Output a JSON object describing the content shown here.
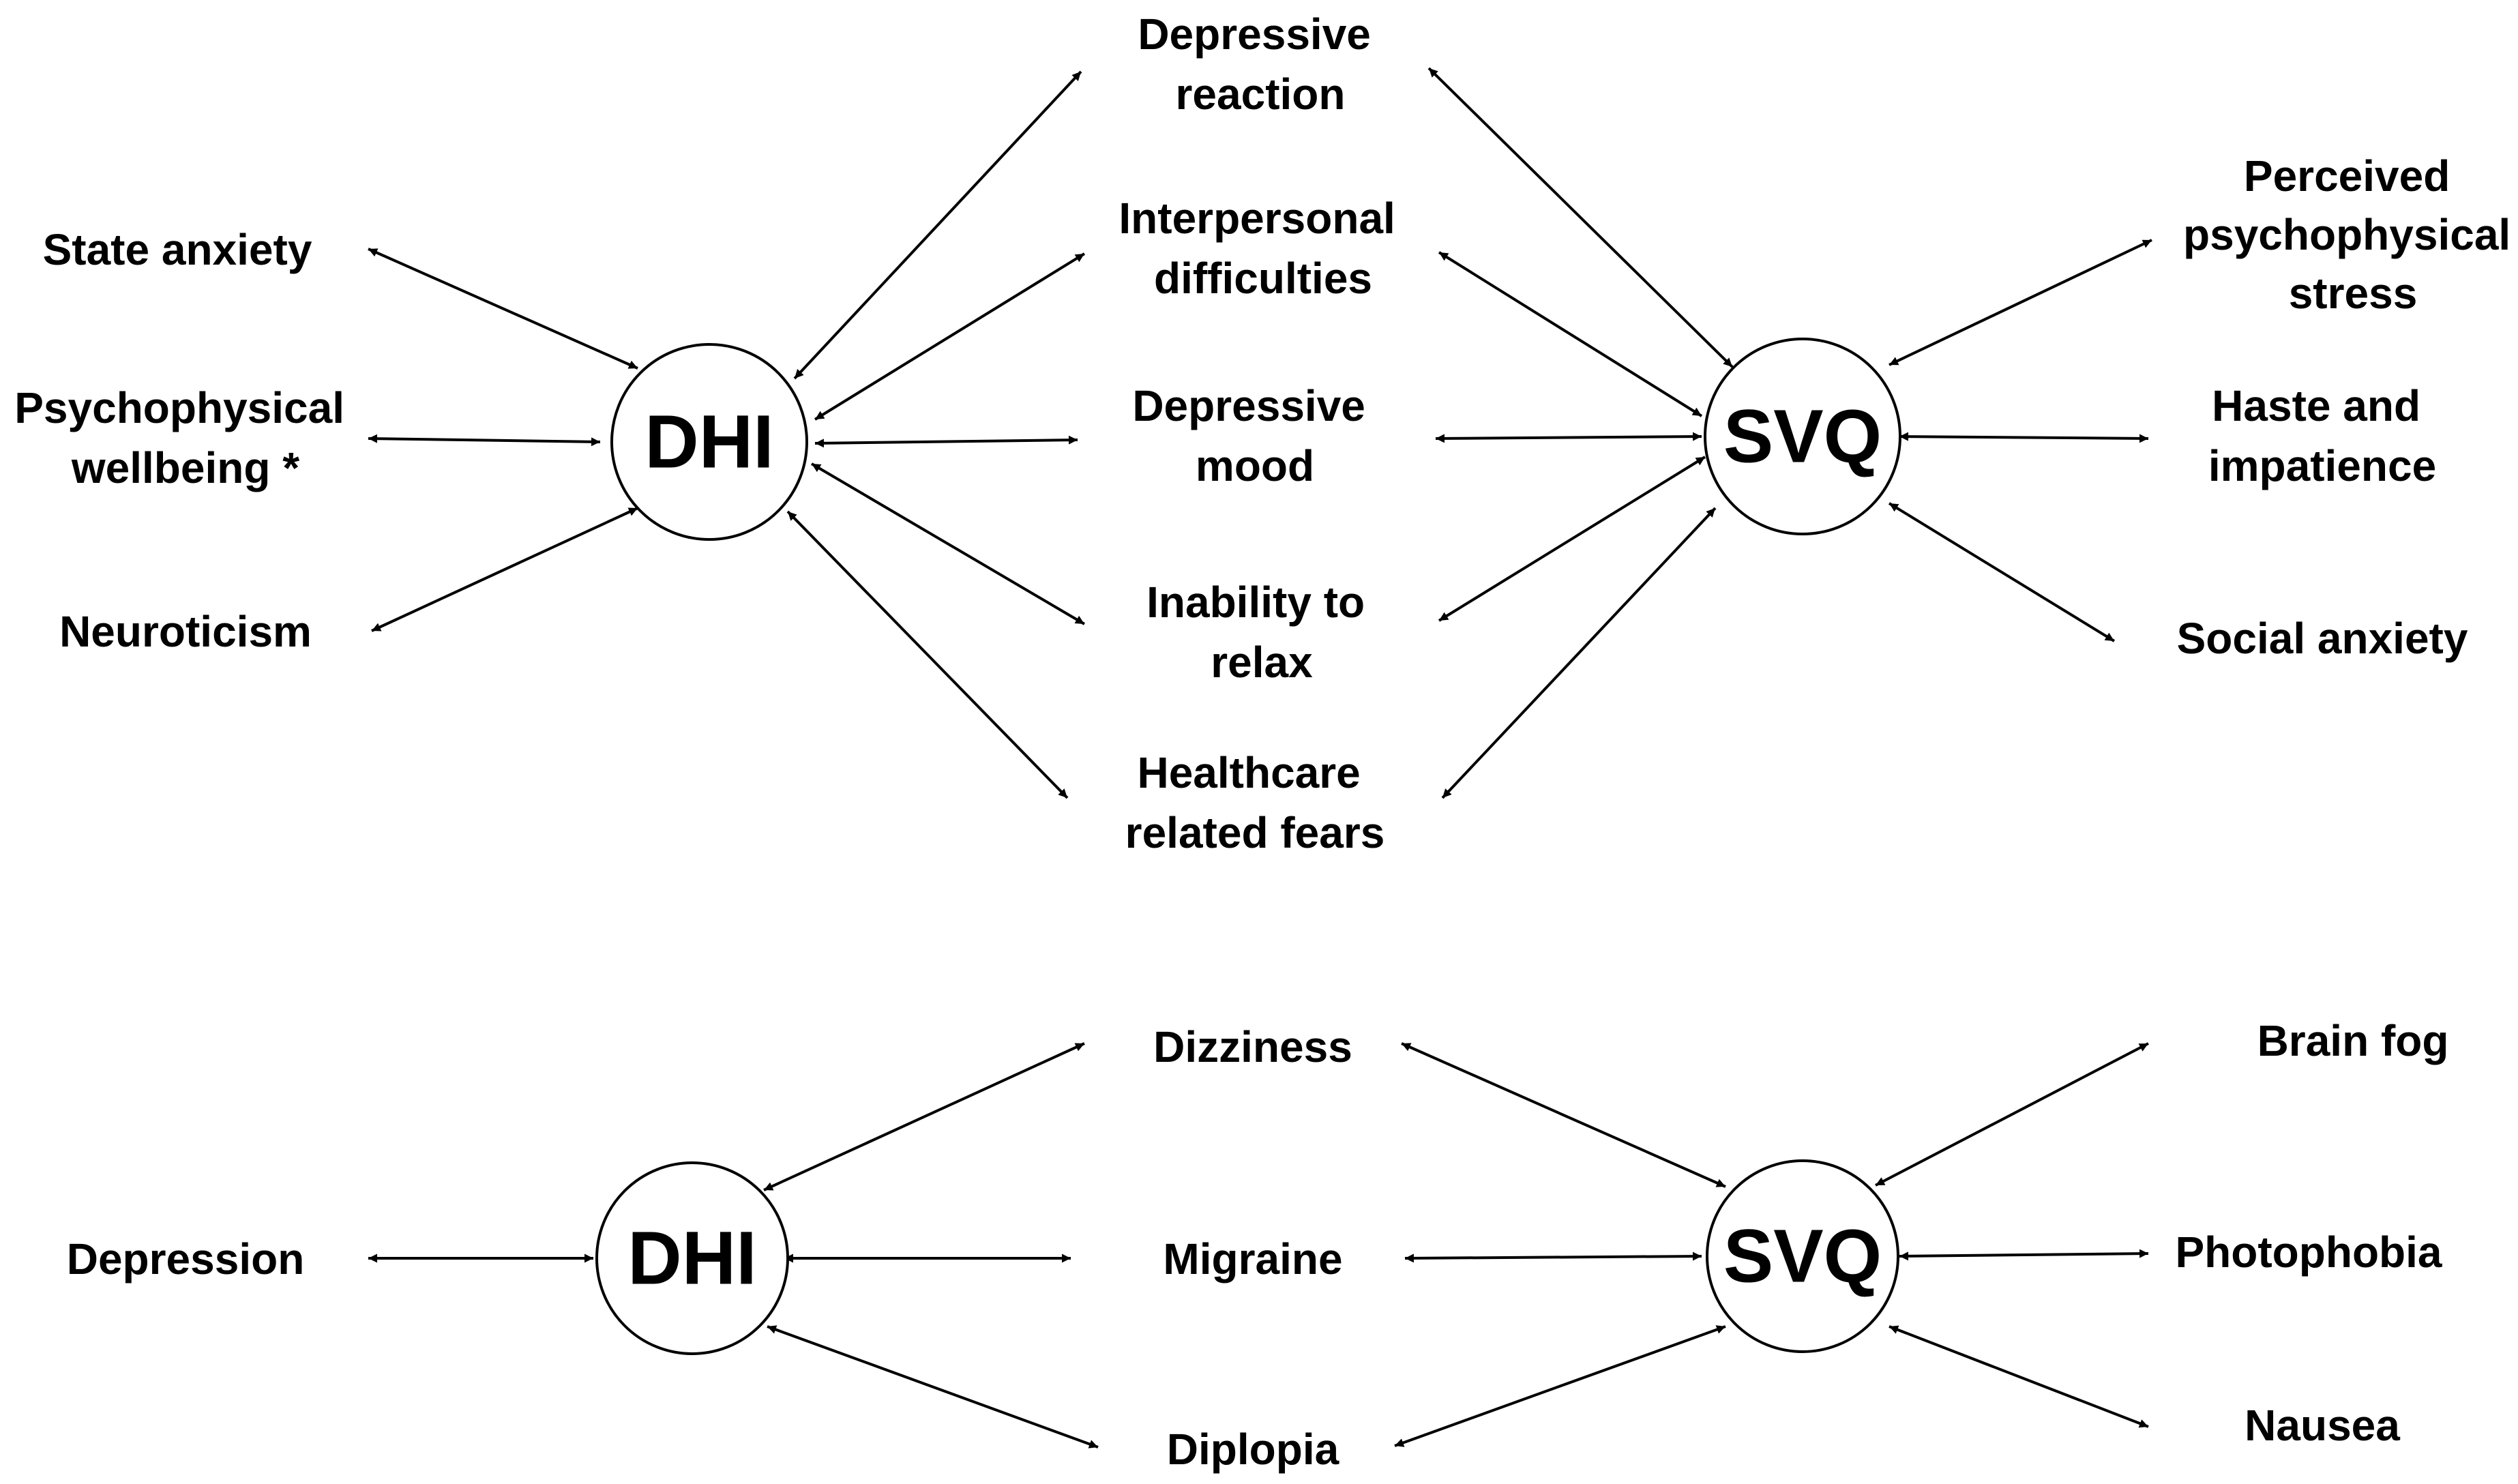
{
  "nodes": {
    "dhi_top": "DHI",
    "svq_top": "SVQ",
    "dhi_bottom": "DHI",
    "svq_bottom": "SVQ"
  },
  "top": {
    "left": {
      "state_anxiety": "State anxiety",
      "psychophysical_wellbeing": [
        "Psychophysical",
        "wellbeing *"
      ],
      "neuroticism": "Neuroticism"
    },
    "middle": {
      "depressive_reaction": [
        "Depressive",
        "reaction"
      ],
      "interpersonal_difficulties": [
        "Interpersonal",
        "difficulties"
      ],
      "depressive_mood": [
        "Depressive",
        "mood"
      ],
      "inability_to_relax": [
        "Inability to",
        "relax"
      ],
      "healthcare_related_fears": [
        "Healthcare",
        "related fears"
      ]
    },
    "right": {
      "perceived_psychophysical_stress": [
        "Perceived",
        "psychophysical",
        "stress"
      ],
      "haste_and_impatience": [
        "Haste and",
        "impatience"
      ],
      "social_anxiety": "Social anxiety"
    }
  },
  "bottom": {
    "left": {
      "depression": "Depression"
    },
    "middle": {
      "dizziness": "Dizziness",
      "migraine": "Migraine",
      "diplopia": "Diplopia"
    },
    "right": {
      "brain_fog": "Brain fog",
      "photophobia": "Photophobia",
      "nausea": "Nausea"
    }
  }
}
